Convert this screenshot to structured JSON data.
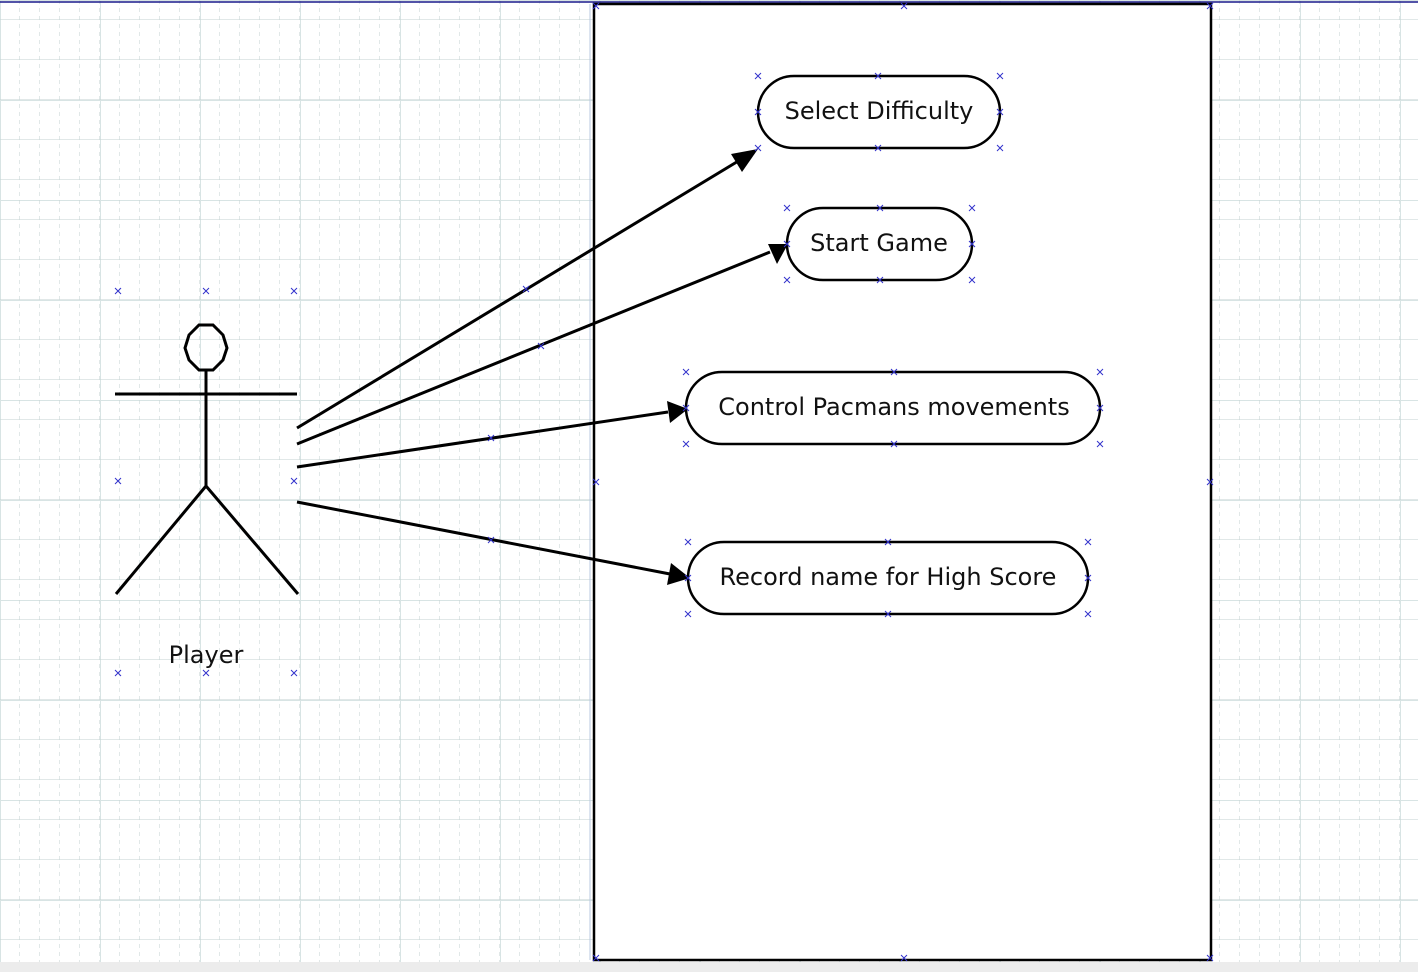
{
  "diagram": {
    "actor": {
      "label": "Player"
    },
    "use_cases": [
      {
        "label": "Select Difficulty"
      },
      {
        "label": "Start Game"
      },
      {
        "label": "Control Pacmans movements"
      },
      {
        "label": "Record name for High Score"
      }
    ],
    "colors": {
      "stroke": "#000000",
      "handle": "#3333cc",
      "grid": "#d8e4e4",
      "selection_line": "#1a1a8c"
    }
  }
}
